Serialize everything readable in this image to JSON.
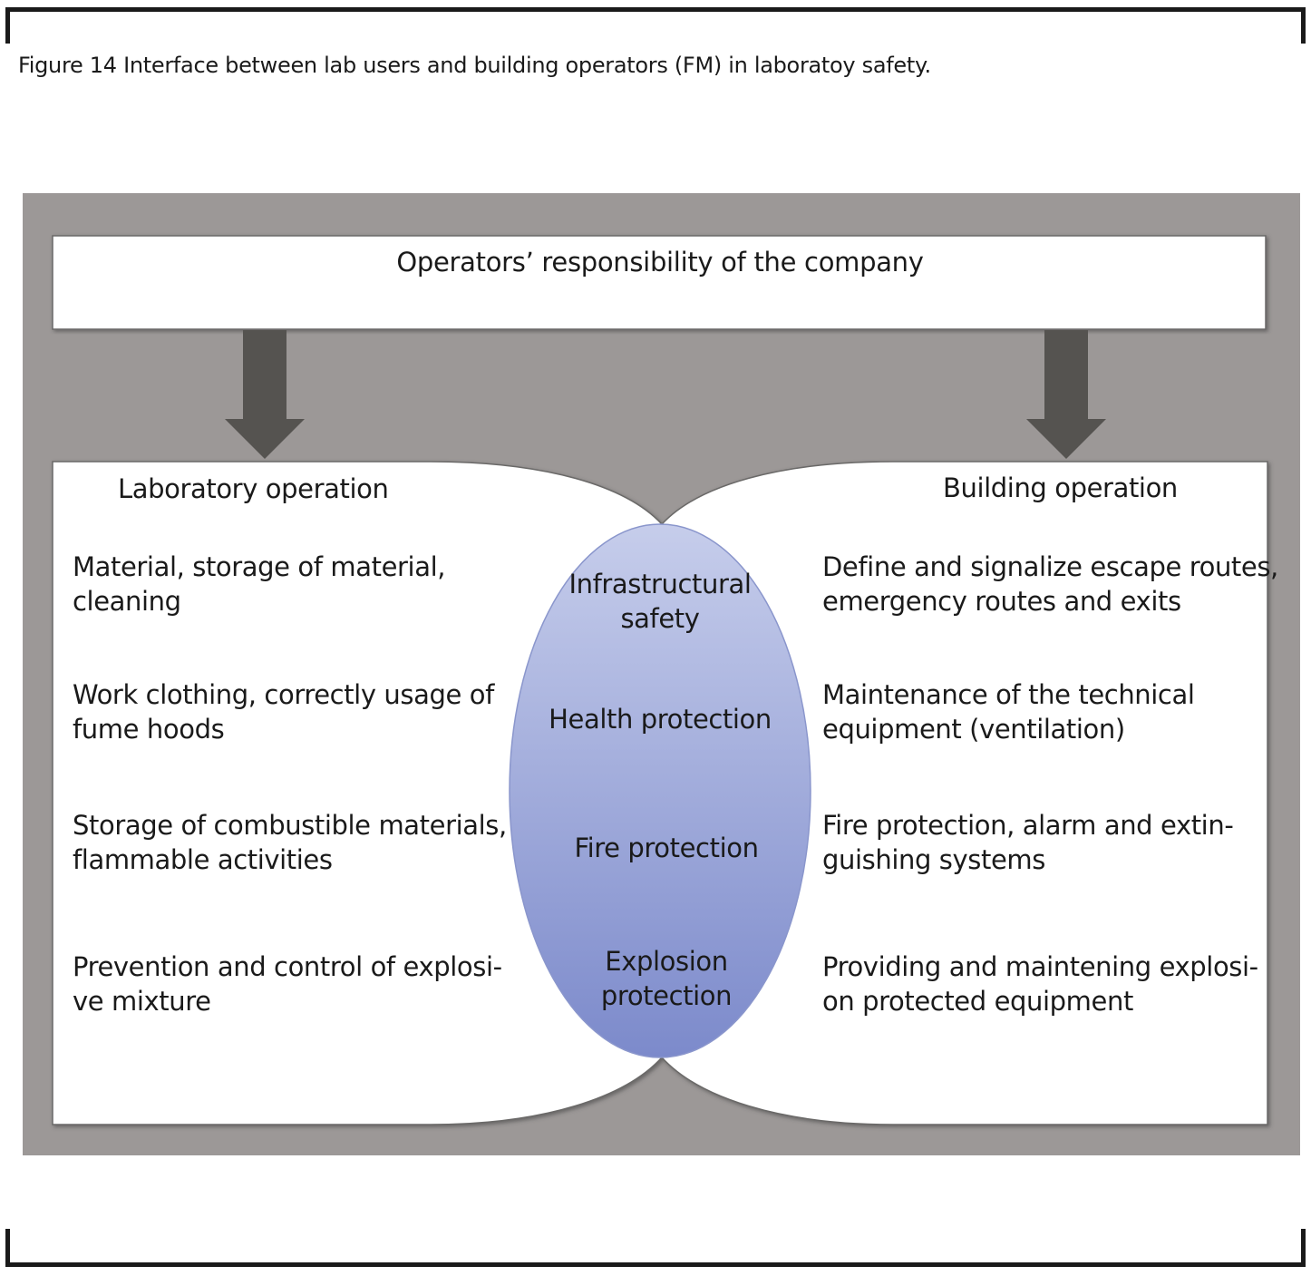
{
  "caption": "Figure 14 Interface between lab users and building operators (FM) in laboratoy safety.",
  "top_box": "Operators’ responsibility of the company",
  "left_panel": {
    "heading": "Laboratory operation",
    "items": [
      [
        "Material, storage of material,",
        "cleaning"
      ],
      [
        "Work clothing, correctly usage of",
        "fume hoods"
      ],
      [
        "Storage of combustible materials,",
        "flammable activities"
      ],
      [
        "Prevention and control of explosi-",
        "ve mixture"
      ]
    ]
  },
  "right_panel": {
    "heading": "Building operation",
    "items": [
      [
        "Define and signalize escape routes,",
        "emergency routes and exits"
      ],
      [
        "Maintenance of the technical",
        "equipment (ventilation)"
      ],
      [
        "Fire protection, alarm and extin-",
        "guishing systems"
      ],
      [
        "Providing and maintening explosi-",
        "on protected equipment"
      ]
    ]
  },
  "center": {
    "items": [
      [
        "Infrastructural",
        "safety"
      ],
      [
        "Health protection"
      ],
      [
        "Fire protection"
      ],
      [
        "Explosion",
        "protection"
      ]
    ]
  },
  "colors": {
    "background_panel": "#9c9897",
    "arrow": "#555350",
    "ellipse_top": "#c3cbe9",
    "ellipse_bottom": "#7f8dcb",
    "ellipse_stroke": "#8a96cc"
  }
}
